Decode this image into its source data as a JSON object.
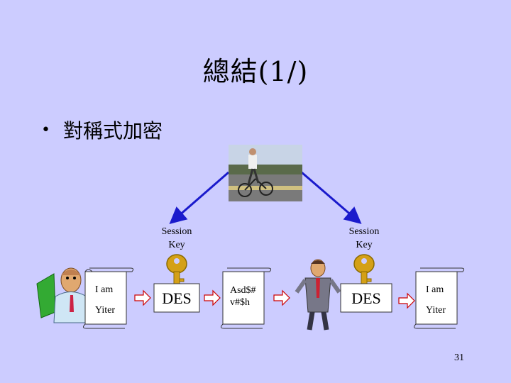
{
  "slide": {
    "title": "總結(1/)",
    "bullet_symbol": "•",
    "bullet_text": "對稱式加密",
    "page_number": "31"
  },
  "diagram": {
    "left_key_label_line1": "Session",
    "left_key_label_line2": "Key",
    "right_key_label_line1": "Session",
    "right_key_label_line2": "Key",
    "plaintext_scroll_line1": "I am",
    "plaintext_scroll_line2": "Yiter",
    "encrypt_box_label": "DES",
    "ciphertext_line1": "Asd$#",
    "ciphertext_line2": "v#$h",
    "decrypt_box_label": "DES",
    "output_scroll_line1": "I am",
    "output_scroll_line2": "Yiter"
  },
  "colors": {
    "background": "#ccccff",
    "connector_line": "#1a1acc",
    "key_gold": "#d4a017",
    "arrow_red": "#cc0000"
  }
}
